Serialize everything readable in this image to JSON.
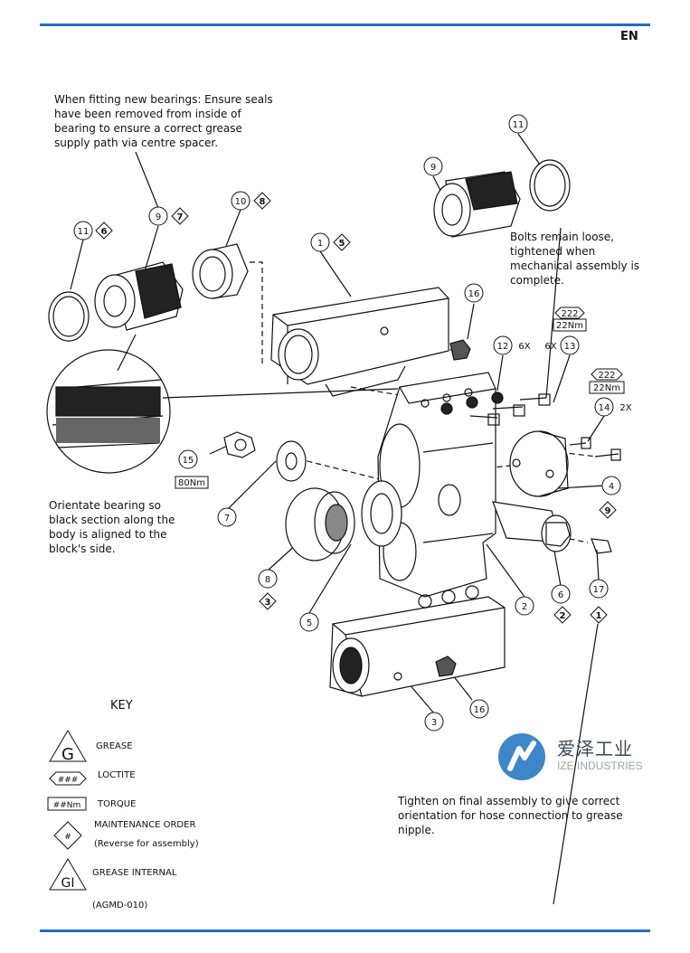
{
  "header": {
    "language": "EN"
  },
  "notes": {
    "bearing_fit": "When fitting new bearings: Ensure seals have been removed from inside of bearing to ensure a correct grease supply path via centre spacer.",
    "bolts_loose": "Bolts remain loose, tightened when mechanical assembly is complete.",
    "orientate_bearing": "Orientate bearing so black section along the body is aligned to the block's side.",
    "final_assembly": "Tighten on final assembly to give correct orientation for hose connection to grease nipple."
  },
  "callouts": {
    "c11a": "11",
    "c11a_order": "6",
    "c9a": "9",
    "c9a_order": "7",
    "c10": "10",
    "c10_order": "8",
    "c1": "1",
    "c1_order": "5",
    "c9b": "9",
    "c11b": "11",
    "c16a": "16",
    "c12": "12",
    "c12_qty": "6X",
    "c13": "13",
    "c13_qty": "6X",
    "c14": "14",
    "c14_qty": "2X",
    "c15": "15",
    "c15_torque": "80Nm",
    "c7": "7",
    "c4": "4",
    "c4_order": "9",
    "c8": "8",
    "c8_order": "3",
    "c5": "5",
    "c2": "2",
    "c6": "6",
    "c6_order": "2",
    "c17": "17",
    "c17_order": "1",
    "c3": "3",
    "c16b": "16",
    "loctite_a": "222",
    "torque_a": "22Nm",
    "loctite_b": "222",
    "torque_b": "22Nm"
  },
  "key": {
    "title": "KEY",
    "grease_symbol": "G",
    "grease_label": "GREASE",
    "loctite_symbol": "###",
    "loctite_label": "LOCTITE",
    "torque_symbol": "##Nm",
    "torque_label": "TORQUE",
    "order_symbol": "#",
    "order_label": "MAINTENANCE ORDER",
    "order_sub": "(Reverse for assembly)",
    "grease_int_symbol": "GI",
    "grease_int_label": "GREASE INTERNAL",
    "ref": "(AGMD-010)"
  },
  "logo": {
    "cn": "爱泽工业",
    "en": "IZE INDUSTRIES"
  },
  "colors": {
    "rule": "#1f6fc5",
    "logo_blue": "#3f86c8"
  }
}
